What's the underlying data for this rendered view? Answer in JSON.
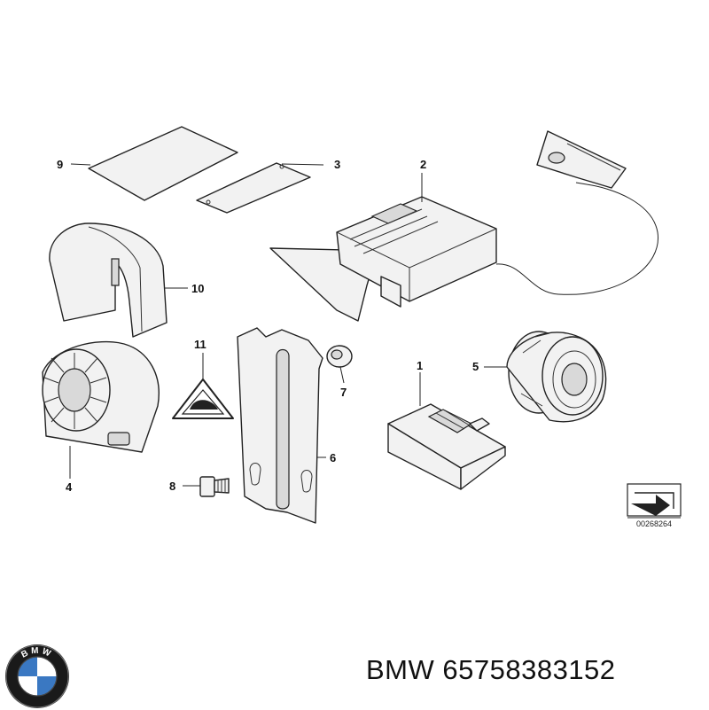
{
  "diagram": {
    "callouts": [
      "1",
      "2",
      "3",
      "4",
      "5",
      "6",
      "7",
      "8",
      "9",
      "10",
      "11"
    ],
    "reference_code": "00268264"
  },
  "footer": {
    "brand": "BMW",
    "part_number": "65758383152",
    "logo_text": "BMW"
  }
}
